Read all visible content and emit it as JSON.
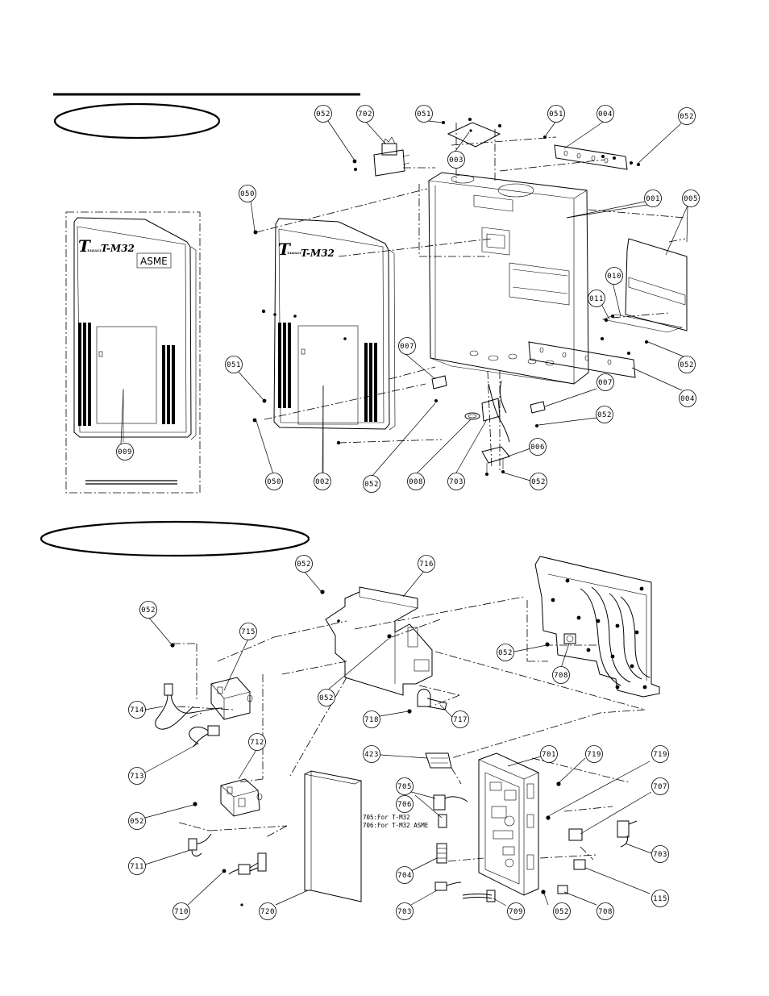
{
  "labels": {
    "front_panel_brand": "T",
    "front_panel_maker": "TAKAGI",
    "front_panel_model": "T-M32",
    "asme_panel_model": "T-M32",
    "asme_badge": "ASME"
  },
  "notes": {
    "line1": "705:For T-M32",
    "line2": "706:For T-M32 ASME"
  },
  "callouts": {
    "c052_a": "052",
    "c702": "702",
    "c051_a": "051",
    "c051_b": "051",
    "c004_a": "004",
    "c052_b": "052",
    "c003": "003",
    "c050_a": "050",
    "c001": "001",
    "c005": "005",
    "c010": "010",
    "c011": "011",
    "c007_a": "007",
    "c052_c": "052",
    "c051_c": "051",
    "c007_b": "007",
    "c004_b": "004",
    "c052_d": "052",
    "c006": "006",
    "c009": "009",
    "c050_b": "050",
    "c002": "002",
    "c052_e": "052",
    "c008": "008",
    "c703_a": "703",
    "c052_f": "052",
    "c052_g": "052",
    "c716": "716",
    "c052_h": "052",
    "c715": "715",
    "c052_i": "052",
    "c708_a": "708",
    "c052_j": "052",
    "c714": "714",
    "c718": "718",
    "c717": "717",
    "c713": "713",
    "c712": "712",
    "c423": "423",
    "c701": "701",
    "c719_a": "719",
    "c719_b": "719",
    "c705": "705",
    "c706": "706",
    "c707": "707",
    "c052_k": "052",
    "c703_b": "703",
    "c711": "711",
    "c704": "704",
    "c115": "115",
    "c710": "710",
    "c720": "720",
    "c703_c": "703",
    "c709": "709",
    "c052_l": "052",
    "c708_b": "708"
  }
}
